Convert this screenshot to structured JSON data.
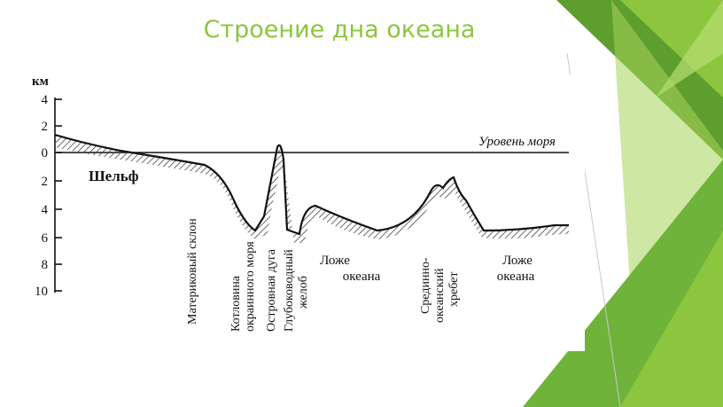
{
  "slide": {
    "title": "Строение дна океана",
    "accent_color": "#8cc63f"
  },
  "diagram": {
    "unit_label": "км",
    "scale_ticks": [
      "4",
      "2",
      "0",
      "2",
      "4",
      "6",
      "8",
      "10"
    ],
    "sea_level_label": "Уровень моря",
    "shelf_label": "Шельф",
    "labels": {
      "continental_slope": "Материковый склон",
      "marginal_basin": [
        "Котловина",
        "окраинного моря"
      ],
      "island_arc": "Островная дуга",
      "trench": [
        "Глубоководный",
        "желоб"
      ],
      "ocean_floor_1": [
        "Ложе",
        "океана"
      ],
      "mid_ocean_ridge": [
        "Срединно-",
        "океанский",
        "хребет"
      ],
      "ocean_floor_2": [
        "Ложе",
        "океана"
      ]
    }
  }
}
